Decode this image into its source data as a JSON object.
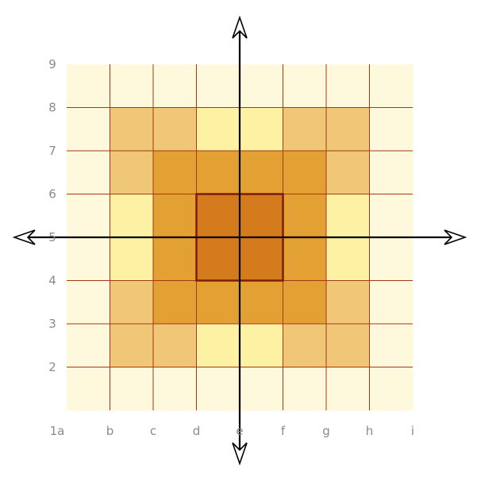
{
  "axis_labels": {
    "rows": [
      "9",
      "8",
      "7",
      "6",
      "5",
      "4",
      "3",
      "2"
    ],
    "columns": [
      "1a",
      "b",
      "c",
      "d",
      "e",
      "f",
      "g",
      "h",
      "i"
    ]
  },
  "colors": {
    "background": "#ffffff",
    "grid_line": "#a33a16",
    "center_outline": "#7a1e08",
    "axis": "#000000",
    "pale": "#fef8dc",
    "light_yellow": "#fdf1a4",
    "tan": "#efc777",
    "orange": "#e3a133",
    "dark_orange": "#d47b1e"
  },
  "grid": {
    "columns": 8,
    "rows": 8,
    "cells": [
      [
        "pale",
        "pale",
        "pale",
        "pale",
        "pale",
        "pale",
        "pale",
        "pale"
      ],
      [
        "pale",
        "tan",
        "tan",
        "light_yellow",
        "light_yellow",
        "tan",
        "tan",
        "pale"
      ],
      [
        "pale",
        "tan",
        "orange",
        "orange",
        "orange",
        "orange",
        "tan",
        "pale"
      ],
      [
        "pale",
        "light_yellow",
        "orange",
        "dark_orange",
        "dark_orange",
        "orange",
        "light_yellow",
        "pale"
      ],
      [
        "pale",
        "light_yellow",
        "orange",
        "dark_orange",
        "dark_orange",
        "orange",
        "light_yellow",
        "pale"
      ],
      [
        "pale",
        "tan",
        "orange",
        "orange",
        "orange",
        "orange",
        "tan",
        "pale"
      ],
      [
        "pale",
        "tan",
        "tan",
        "light_yellow",
        "light_yellow",
        "tan",
        "tan",
        "pale"
      ],
      [
        "pale",
        "pale",
        "pale",
        "pale",
        "pale",
        "pale",
        "pale",
        "pale"
      ]
    ]
  }
}
